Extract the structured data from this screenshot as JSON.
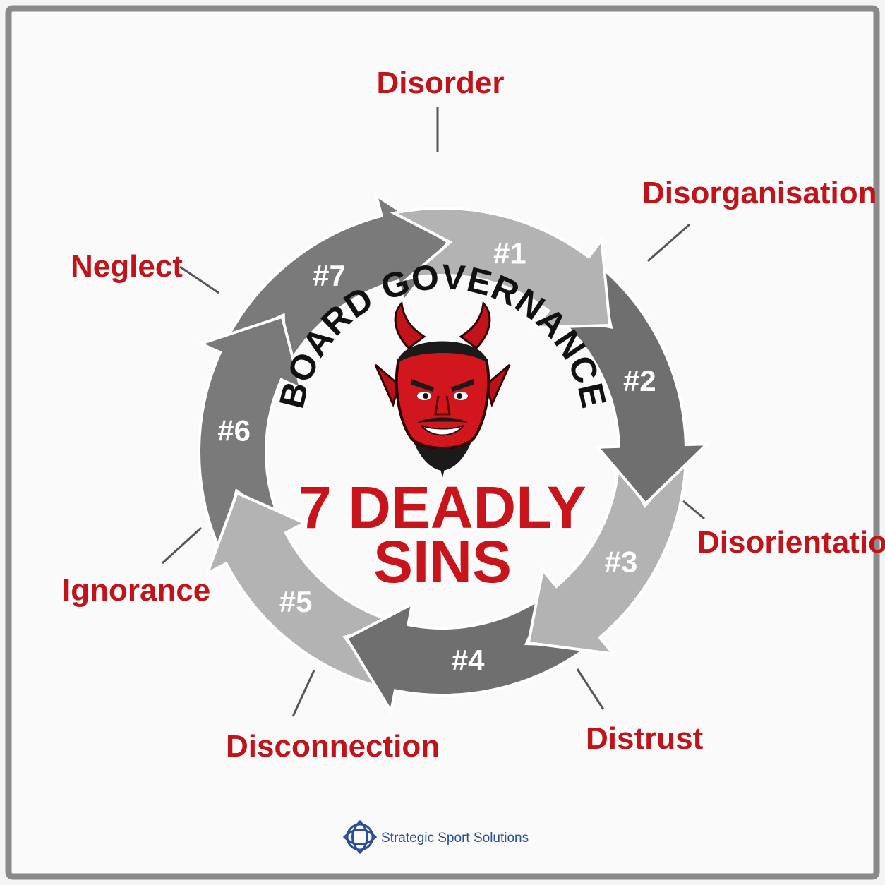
{
  "center_title": {
    "top": "BOARD GOVERNANCE",
    "line1": "7 DEADLY",
    "line2": "SINS"
  },
  "segments": [
    {
      "number": "#1",
      "label": "Disorder",
      "shade": "#b3b3b3"
    },
    {
      "number": "#2",
      "label": "Disorganisation",
      "shade": "#6f6f6f"
    },
    {
      "number": "#3",
      "label": "Disorientation",
      "shade": "#b3b3b3"
    },
    {
      "number": "#4",
      "label": "Distrust",
      "shade": "#6f6f6f"
    },
    {
      "number": "#5",
      "label": "Disconnection",
      "shade": "#b3b3b3"
    },
    {
      "number": "#6",
      "label": "Ignorance",
      "shade": "#7a7a7a"
    },
    {
      "number": "#7",
      "label": "Neglect",
      "shade": "#7a7a7a"
    }
  ],
  "brand": {
    "name": "Strategic Sport Solutions",
    "logo_icon": "celtic-knot-logo-icon"
  },
  "mascot_icon": "devil-face-icon",
  "colors": {
    "accent_red": "#c8141b",
    "frame": "#8a8a8a",
    "background": "#f4f4f4",
    "brand_blue": "#2a4f9a"
  }
}
